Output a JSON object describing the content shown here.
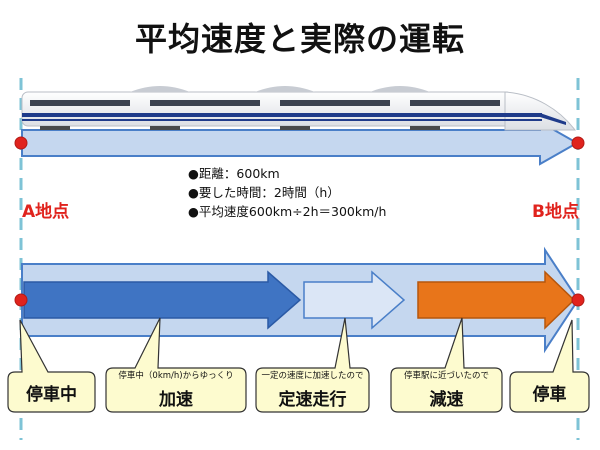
{
  "title": "平均速度と実際の運転",
  "point_a": "A地点",
  "point_b": "B地点",
  "facts": [
    "●距離：600km",
    "●要した時間：2時間（h）",
    "●平均速度600km÷2h＝300km/h"
  ],
  "phases": [
    {
      "small": "",
      "label": "停車中"
    },
    {
      "small": "停車中（0km/h)からゆっくり",
      "label": "加速"
    },
    {
      "small": "一定の速度に加速したので",
      "label": "定速走行"
    },
    {
      "small": "停車駅に近づいたので",
      "label": "減速"
    },
    {
      "small": "",
      "label": "停車"
    }
  ],
  "colors": {
    "accent_red": "#e0231d",
    "arrow_light": "#c5d7ef",
    "arrow_blue": "#3f74c3",
    "arrow_orange": "#e8751a",
    "dashed_line": "#7ec3d6"
  }
}
